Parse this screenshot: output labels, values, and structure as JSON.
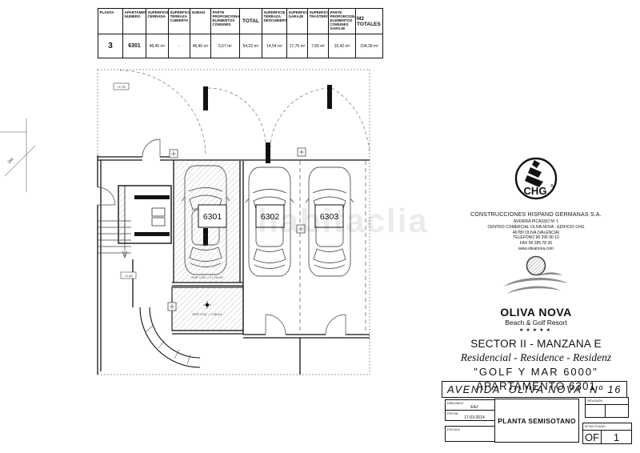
{
  "table": {
    "columns": [
      {
        "header": "PLANTA",
        "value": "3"
      },
      {
        "header": "APARTAMENTO NUMERO",
        "value": "6301"
      },
      {
        "header": "SUPERFICIE CERRADA",
        "value": "48,45 m²"
      },
      {
        "header": "SUPERFICIE TERRAZA CUBIERTA",
        "value": "-"
      },
      {
        "header": "SUMAN",
        "value": "48,45 m²"
      },
      {
        "header": "PARTE PROPORCIONAL ELEMENTOS COMUNES",
        "value": "5,57 m²"
      },
      {
        "header": "TOTAL",
        "value": "54,02 m²"
      },
      {
        "header": "SUPERFICIE TERRAZA DESCUBIERTA",
        "value": "14,54 m²"
      },
      {
        "header": "SUPERFICIE GARAJE",
        "value": "17,76 m²"
      },
      {
        "header": "SUPERFICIE TRASTERO",
        "value": "7,65 m²"
      },
      {
        "header": "PARTE PROPORCIONAL ELEMENTOS COMUNES GARAJE",
        "value": "10,42 m²"
      },
      {
        "header": "M2 TOTALES",
        "value": "104,39 m²"
      }
    ]
  },
  "plan": {
    "watermark": "habitaclia",
    "level_top": "+1,75",
    "level_mid": "+1,43",
    "space_1": "6301",
    "space_2": "6302",
    "space_3": "6303",
    "garage_area": "SUP. UTIL = 17,76 m2",
    "storage_area": "SUP. UTIL = 7,65 m2"
  },
  "icons": {
    "scissors": "✂"
  },
  "company": {
    "logo": "CHG",
    "registered_mark": "®",
    "name": "CONSTRUCCIONES HISPANO GERMANAS S.A.",
    "address_line1": "AVENIDA PICASSO Nº 1",
    "address_line2": "CENTRO COMERCIAL OLIVA NOVA - EDIFICIO CHG",
    "address_line3": "46780 OLIVA (VALENCIA)",
    "address_line4": "TELEFONO 96 295 90 10",
    "address_line5": "FAX 96 285 78 26",
    "address_line6": "www.olivanova.com"
  },
  "resort": {
    "name": "OLIVA NOVA",
    "tagline": "Beach & Golf Resort",
    "stars": "★★★★★",
    "sector": "SECTOR II - MANZANA E",
    "residences": "Residencial - Residence - Residenz",
    "building": "\"GOLF Y MAR 6000\"",
    "apartment": "APARTAMENTO 6301"
  },
  "titleblock": {
    "street": "AVENIDA  OLIVA NOVA  Nº 16",
    "drawn_label": "DIBUJADO",
    "drawn_by": "EAJ",
    "date_label": "FECHA",
    "date": "17-03-2014",
    "scale_label": "ESCALA",
    "plan_title": "PLANTA SEMISOTANO",
    "revision_label": "REVISION",
    "sheet_label": "Nº  DE  PLANO",
    "sheet_prefix": "OF",
    "sheet_number": "1"
  }
}
